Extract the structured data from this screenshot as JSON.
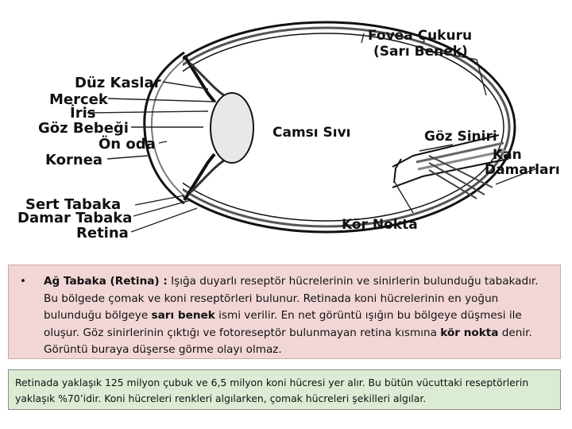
{
  "diagram": {
    "labels": {
      "fovea_line1": "Fovea Çukuru",
      "fovea_line2": "(Sarı Benek)",
      "duz_kaslar": "Düz Kaslar",
      "mercek": "Mercek",
      "iris": "İris",
      "goz_bebegi": "Göz Bebeği",
      "on_oda": "Ön oda",
      "kornea": "Kornea",
      "camsi_sivi": "Camsı Sıvı",
      "goz_siniri": "Göz Siniri",
      "kan_line1": "Kan",
      "kan_line2": "Damarları",
      "sert_tabaka": "Sert Tabaka",
      "damar_tabaka": "Damar Tabaka",
      "retina": "Retina",
      "kor_nokta": "Kör Nokta"
    }
  },
  "info_box": {
    "bullet": "•",
    "bold_term": "Ağ Tabaka (Retina) :",
    "text_1": " Işığa duyarlı reseptör hücrelerinin ve sinirlerin bulunduğu tabakadır. Bu bölgede çomak ve koni reseptörleri bulunur. Retinada koni hücrelerinin en yoğun bulunduğu bölgeye ",
    "bold_2": "sarı benek",
    "text_2": " ismi verilir. En net görüntü ışığın bu bölgeye düşmesi ile oluşur. Göz sinirlerinin çıktığı ve fotoreseptör bulunmayan retina kısmına ",
    "bold_3": "kör nokta",
    "text_3": " denir. Görüntü buraya düşerse görme olayı olmaz."
  },
  "note_box": {
    "text": "Retinada yaklaşık 125 milyon çubuk ve 6,5 milyon koni hücresi yer alır. Bu bütün vücuttaki reseptörlerin yaklaşık %70’idir. Koni hücreleri renkleri algılarken, çomak hücreleri şekilleri algılar."
  }
}
